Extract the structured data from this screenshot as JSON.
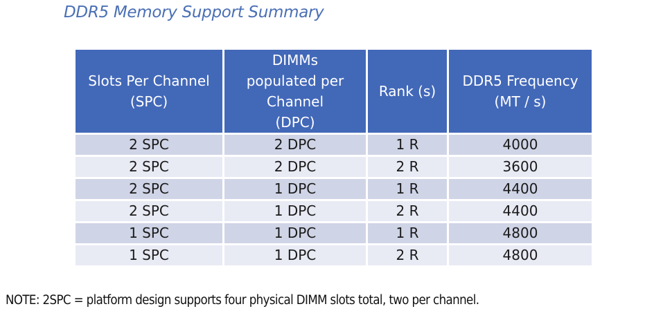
{
  "title": "DDR5 Memory Support Summary",
  "table": {
    "headers": [
      "Slots Per Channel\n(SPC)",
      "DIMMs\npopulated per\nChannel\n(DPC)",
      "Rank (s)",
      "DDR5 Frequency\n(MT / s)"
    ],
    "rows": [
      [
        "2 SPC",
        "2 DPC",
        "1 R",
        "4000"
      ],
      [
        "2 SPC",
        "2 DPC",
        "2 R",
        "3600"
      ],
      [
        "2 SPC",
        "1 DPC",
        "1 R",
        "4400"
      ],
      [
        "2 SPC",
        "1 DPC",
        "2 R",
        "4400"
      ],
      [
        "1 SPC",
        "1 DPC",
        "1 R",
        "4800"
      ],
      [
        "1 SPC",
        "1 DPC",
        "2 R",
        "4800"
      ]
    ]
  },
  "note": "NOTE: 2SPC = platform design supports four physical DIMM slots total, two per channel.",
  "colors": {
    "title": "#4a6fb5",
    "header_bg": "#4268b8",
    "row_odd": "#cfd4e6",
    "row_even": "#e8eaf4"
  }
}
